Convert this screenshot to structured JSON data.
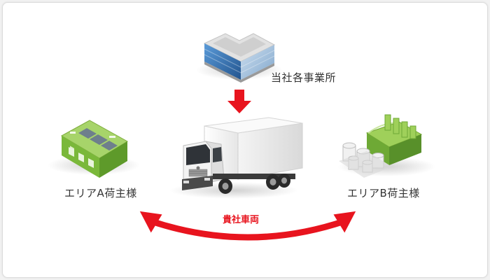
{
  "office": {
    "label": "当社各事業所"
  },
  "shipper_a": {
    "label": "エリアA荷主様"
  },
  "shipper_b": {
    "label": "エリアB荷主様"
  },
  "vehicle": {
    "label": "貴社車両"
  },
  "colors": {
    "accent_red": "#e8141e",
    "warehouse_green": "#8cc63f",
    "office_glass": "#3a78c2",
    "text": "#333333"
  }
}
